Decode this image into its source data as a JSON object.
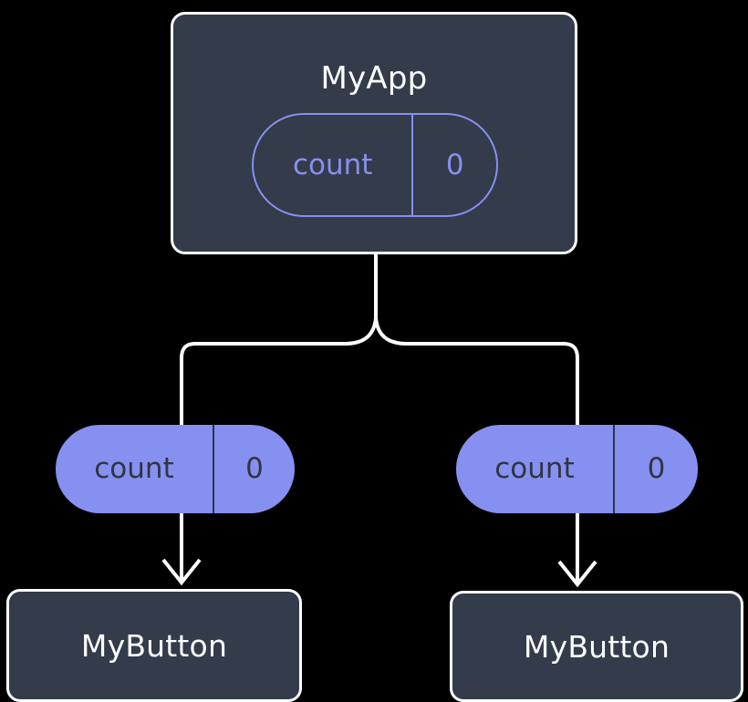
{
  "diagram": {
    "title_hidden": "React component state / props flow tree",
    "colors": {
      "background": "#000000",
      "card_fill": "#343b4a",
      "card_border": "#ffffff",
      "pill_fill": "#8690f0",
      "pill_outline": "#8690f0",
      "pill_text_dark": "#2f3542",
      "connector": "#ffffff"
    },
    "root": {
      "label": "MyApp",
      "state": {
        "key": "count",
        "value": "0"
      }
    },
    "children": [
      {
        "prop": {
          "key": "count",
          "value": "0"
        },
        "label": "MyButton"
      },
      {
        "prop": {
          "key": "count",
          "value": "0"
        },
        "label": "MyButton"
      }
    ]
  }
}
